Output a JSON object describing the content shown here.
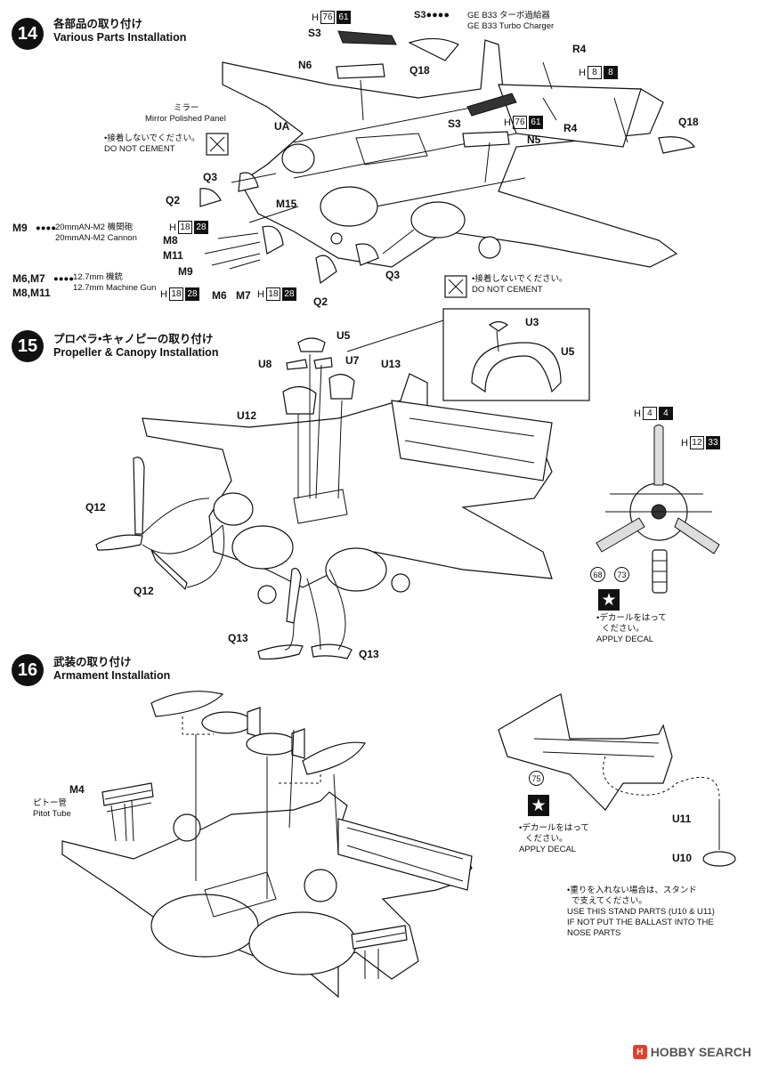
{
  "steps": [
    {
      "num": "14",
      "jp": "各部品の取り付け",
      "en": "Various Parts Installation"
    },
    {
      "num": "15",
      "jp": "プロペラ•キャノピーの取り付け",
      "en": "Propeller & Canopy Installation"
    },
    {
      "num": "16",
      "jp": "武装の取り付け",
      "en": "Armament Installation"
    }
  ],
  "step14": {
    "s3_paint": {
      "h": "H",
      "a": "76",
      "b": "61"
    },
    "s3_top": "S3",
    "s3_note_bullet": "S3●●●●",
    "s3_note_jp": "GE B33 ターボ過給器",
    "s3_note_en": "GE B33 Turbo Charger",
    "n6": "N6",
    "q18_a": "Q18",
    "q18_b": "Q18",
    "r4_a": "R4",
    "r4_b": "R4",
    "h8": {
      "h": "H",
      "a": "8",
      "b": "8"
    },
    "s3_mid": "S3",
    "s3_mid_paint": {
      "h": "H",
      "a": "76",
      "b": "61"
    },
    "n5": "N5",
    "mirror_jp": "ミラー",
    "mirror_en": "Mirror Polished Panel",
    "ua": "UA",
    "nocement_jp_1": "•接着しないでください。",
    "nocement_en_1": "DO NOT CEMENT",
    "q3_a": "Q3",
    "q2_a": "Q2",
    "m15": "M15",
    "h18_a": {
      "h": "H",
      "a": "18",
      "b": "28"
    },
    "m9_head": "M9",
    "m9_bullet": "●●●●",
    "m9_jp": "20mmAN-M2 機関砲",
    "m9_en": "20mmAN-M2 Cannon",
    "m8": "M8",
    "m11": "M11",
    "m9": "M9",
    "m6m7_head": "M6,M7",
    "m8m11_head": "M8,M11",
    "m6m7_bullet": "●●●●",
    "mg_jp": "12.7mm 機銃",
    "mg_en": "12.7mm Machine Gun",
    "h18_b": {
      "h": "H",
      "a": "18",
      "b": "28"
    },
    "m6": "M6",
    "m7": "M7",
    "h18_c": {
      "h": "H",
      "a": "18",
      "b": "28"
    },
    "q3_b": "Q3",
    "q2_b": "Q2",
    "nocement_jp_2": "•接着しないでください。",
    "nocement_en_2": "DO NOT CEMENT"
  },
  "step15": {
    "u5": "U5",
    "u8": "U8",
    "u7": "U7",
    "u13": "U13",
    "u12": "U12",
    "q12_a": "Q12",
    "q12_b": "Q12",
    "q13_a": "Q13",
    "q13_b": "Q13",
    "inset_u3": "U3",
    "inset_u5": "U5",
    "prop_h4": {
      "h": "H",
      "a": "4",
      "b": "4"
    },
    "prop_h12": {
      "h": "H",
      "a": "12",
      "b": "33"
    },
    "decal_68": "68",
    "decal_73": "73",
    "star": "★",
    "decal_jp_1": "•デカールをはって",
    "decal_jp_2": "ください。",
    "decal_en": "APPLY DECAL"
  },
  "step16": {
    "m4": "M4",
    "pitot_jp": "ピトー管",
    "pitot_en": "Pitot Tube",
    "decal_75": "75",
    "star": "★",
    "decal_jp_1": "•デカールをはって",
    "decal_jp_2": "ください。",
    "decal_en": "APPLY DECAL",
    "u11": "U11",
    "u10": "U10",
    "ballast_jp_1": "•重りを入れない場合は、スタンド",
    "ballast_jp_2": "で支えてください。",
    "ballast_en_1": "USE THIS STAND PARTS (U10 & U11)",
    "ballast_en_2": "IF NOT PUT THE BALLAST INTO THE",
    "ballast_en_3": "NOSE PARTS"
  },
  "watermark": {
    "logo": "H",
    "text": "HOBBY SEARCH"
  }
}
